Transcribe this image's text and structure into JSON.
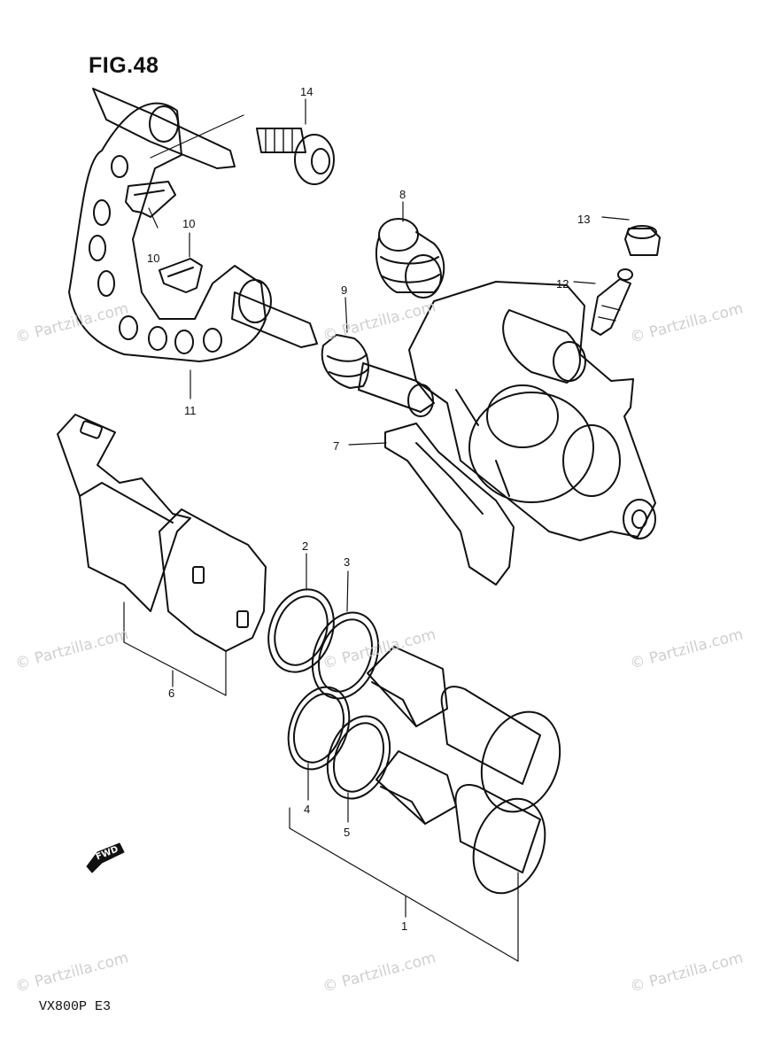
{
  "figure_title": "FIG.48",
  "model_code": "VX800P  E3",
  "watermark_text": "© Partzilla.com",
  "fwd_label": "FWD",
  "parts": [
    {
      "id": "1",
      "label": "1"
    },
    {
      "id": "2",
      "label": "2"
    },
    {
      "id": "3",
      "label": "3"
    },
    {
      "id": "4",
      "label": "4"
    },
    {
      "id": "5",
      "label": "5"
    },
    {
      "id": "6",
      "label": "6"
    },
    {
      "id": "7",
      "label": "7"
    },
    {
      "id": "8",
      "label": "8"
    },
    {
      "id": "9",
      "label": "9"
    },
    {
      "id": "10a",
      "label": "10"
    },
    {
      "id": "10b",
      "label": "10"
    },
    {
      "id": "11",
      "label": "11"
    },
    {
      "id": "12",
      "label": "12"
    },
    {
      "id": "13",
      "label": "13"
    },
    {
      "id": "14",
      "label": "14"
    }
  ],
  "colors": {
    "line": "#111111",
    "watermark": "#cfcfcf",
    "background": "#ffffff"
  }
}
